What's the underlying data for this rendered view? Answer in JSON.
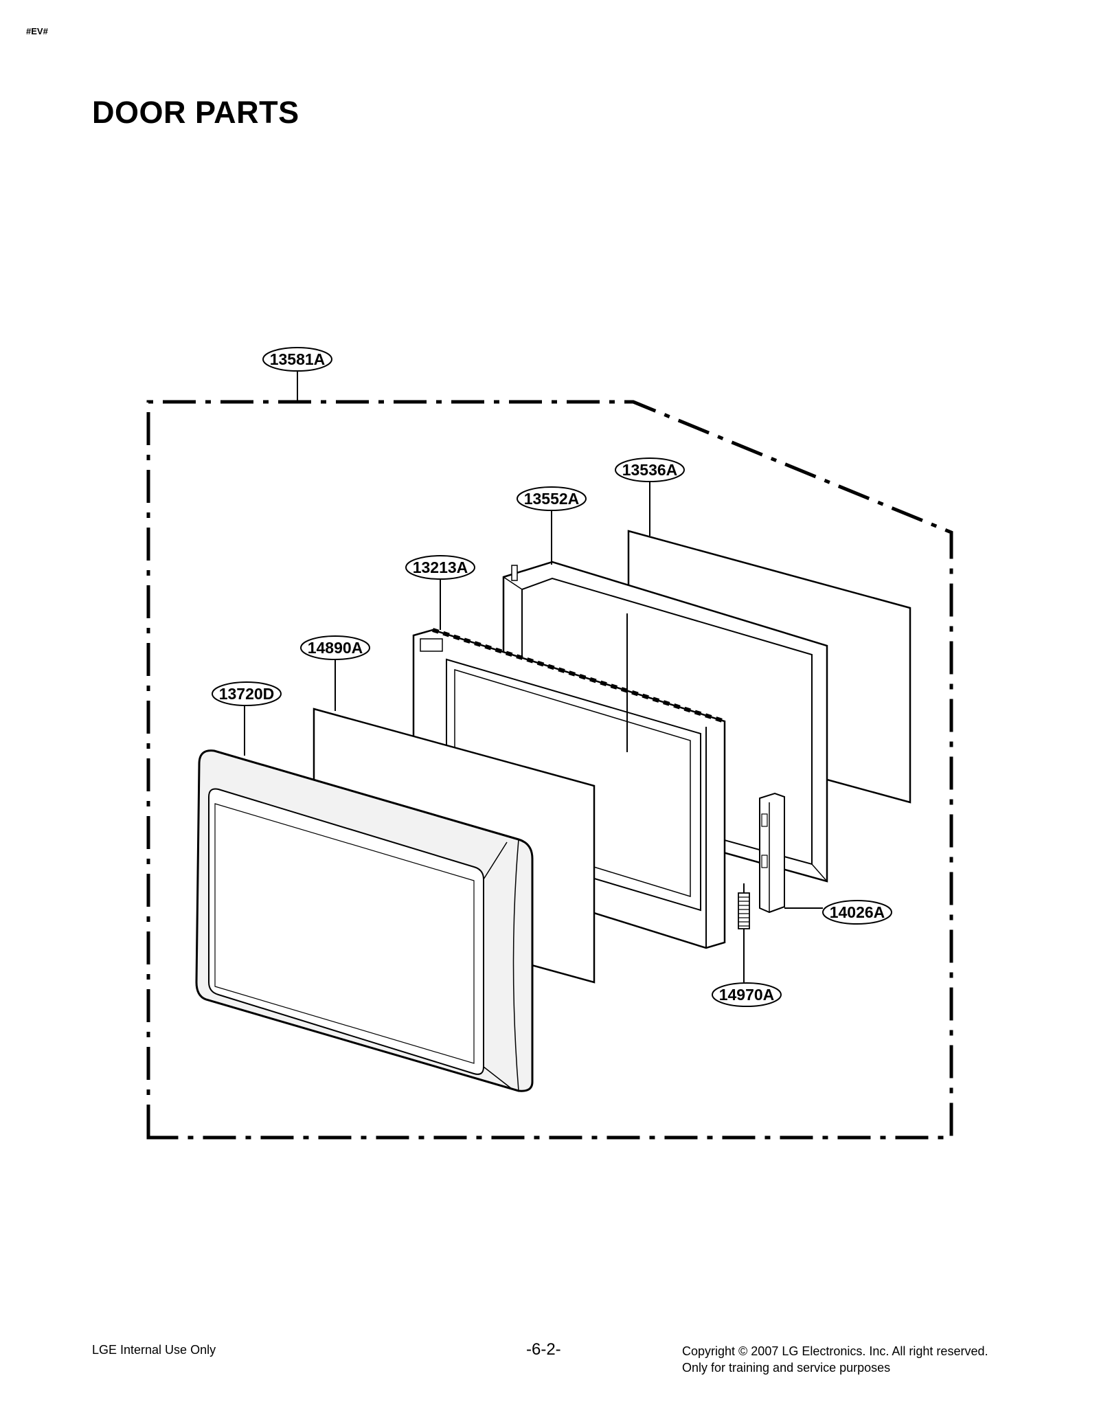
{
  "header": {
    "tag": "#EV#",
    "title": "DOOR PARTS"
  },
  "callouts": [
    {
      "id": "c13581a",
      "label": "13581A"
    },
    {
      "id": "c13536a",
      "label": "13536A"
    },
    {
      "id": "c13552a",
      "label": "13552A"
    },
    {
      "id": "c13213a",
      "label": "13213A"
    },
    {
      "id": "c14890a",
      "label": "14890A"
    },
    {
      "id": "c13720d",
      "label": "13720D"
    },
    {
      "id": "c14026a",
      "label": "14026A"
    },
    {
      "id": "c14970a",
      "label": "14970A"
    }
  ],
  "footer": {
    "left": "LGE Internal Use Only",
    "page": "-6-2-",
    "copyright_line1": "Copyright © 2007 LG Electronics. Inc. All right reserved.",
    "copyright_line2": "Only for training and service purposes"
  },
  "colors": {
    "ink": "#000000",
    "background": "#ffffff",
    "shade": "#f2f2f2"
  }
}
